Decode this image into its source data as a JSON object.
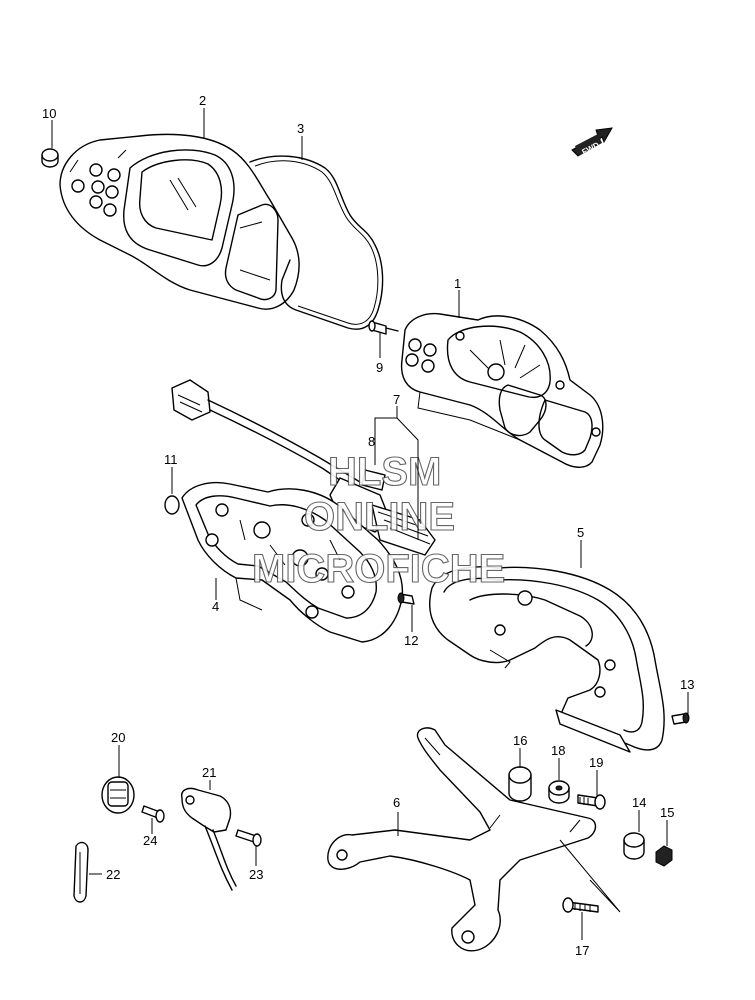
{
  "fwd_arrow": {
    "label": "FWD"
  },
  "watermark": {
    "line1": "HLSM",
    "line2": "ONLINE",
    "line3": "MICROFICHE"
  },
  "callouts": {
    "p1": "1",
    "p2": "2",
    "p3": "3",
    "p4": "4",
    "p5": "5",
    "p6": "6",
    "p7": "7",
    "p8": "8",
    "p9": "9",
    "p10": "10",
    "p11": "11",
    "p12": "12",
    "p13": "13",
    "p14": "14",
    "p15": "15",
    "p16": "16",
    "p17": "17",
    "p18": "18",
    "p19": "19",
    "p20": "20",
    "p21": "21",
    "p22": "22",
    "p23": "23",
    "p24": "24"
  }
}
